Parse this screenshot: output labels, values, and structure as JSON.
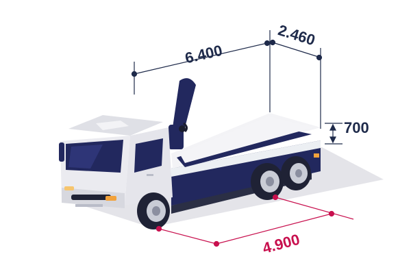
{
  "dimensions": {
    "length": {
      "label": "6.400"
    },
    "width": {
      "label": "2.460"
    },
    "bed_height": {
      "label": "700"
    },
    "wheelbase": {
      "label": "4.900"
    }
  },
  "colors": {
    "dimension_line": "#1e2a4a",
    "wheelbase_line": "#c8104e",
    "truck_body": "#e9e9ee",
    "truck_dark": "#22285e"
  },
  "icons": {
    "vehicle": "flatbed-truck-with-crane"
  }
}
